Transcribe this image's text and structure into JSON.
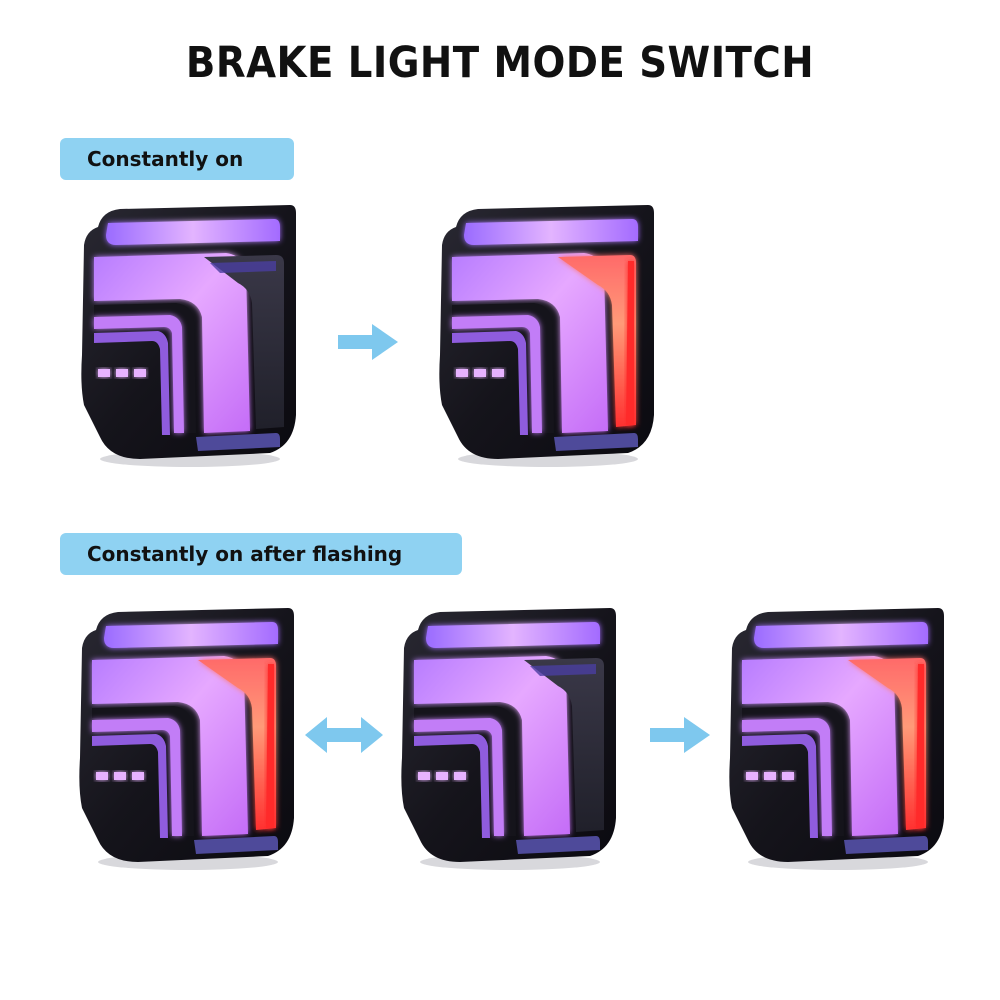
{
  "title": "BRAKE LIGHT MODE SWITCH",
  "modes": [
    {
      "label": "Constantly on",
      "sequence": [
        {
          "state": "brake-off"
        },
        {
          "state": "brake-on"
        }
      ],
      "arrows": [
        "right"
      ]
    },
    {
      "label": "Constantly on after flashing",
      "sequence": [
        {
          "state": "brake-on"
        },
        {
          "state": "brake-off"
        },
        {
          "state": "brake-on"
        }
      ],
      "arrows": [
        "both",
        "right"
      ]
    }
  ],
  "colors": {
    "label_bg": "#8fd2f2",
    "arrow": "#7ec8ee",
    "housing": "#16151d",
    "drl_purple": "#d690ff",
    "brake_red": "#ff3b3b",
    "brake_amber": "#ff8f6a"
  },
  "icons": {
    "arrow_right": "arrow-right-icon",
    "arrow_both": "arrow-left-right-icon"
  }
}
